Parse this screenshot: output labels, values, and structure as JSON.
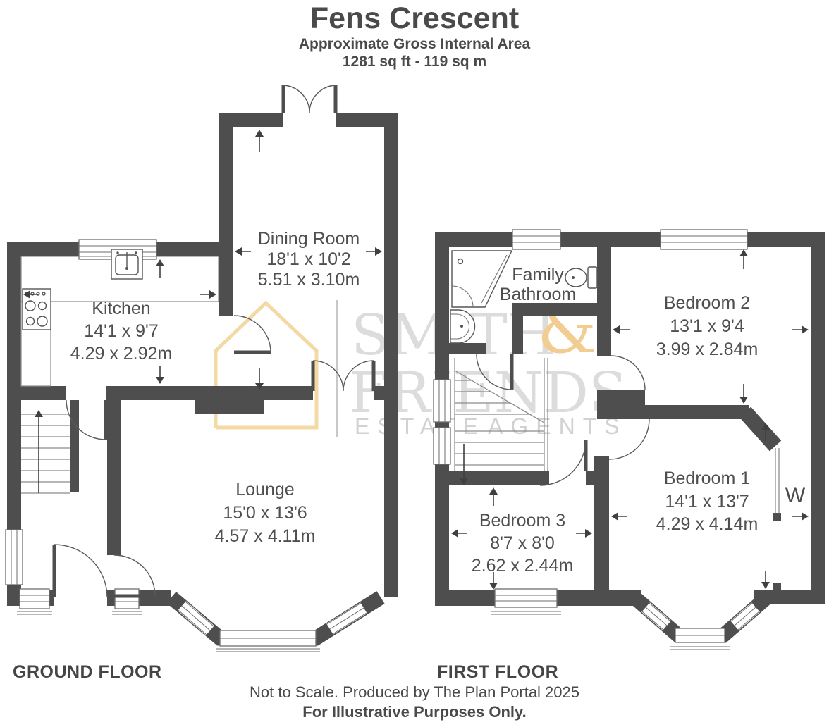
{
  "header": {
    "title": "Fens Crescent",
    "subtitle": "Approximate Gross Internal Area",
    "area": "1281 sq ft - 119 sq m"
  },
  "ground_floor": {
    "label": "GROUND FLOOR",
    "rooms": {
      "dining_room": {
        "name": "Dining Room",
        "size_imperial": "18'1 x 10'2",
        "size_metric": "5.51 x 3.10m"
      },
      "kitchen": {
        "name": "Kitchen",
        "size_imperial": "14'1 x 9'7",
        "size_metric": "4.29 x 2.92m"
      },
      "lounge": {
        "name": "Lounge",
        "size_imperial": "15'0 x 13'6",
        "size_metric": "4.57 x 4.11m"
      }
    }
  },
  "first_floor": {
    "label": "FIRST FLOOR",
    "rooms": {
      "family_bathroom": {
        "name_line1": "Family",
        "name_line2": "Bathroom"
      },
      "bedroom_2": {
        "name": "Bedroom 2",
        "size_imperial": "13'1 x 9'4",
        "size_metric": "3.99 x 2.84m"
      },
      "bedroom_1": {
        "name": "Bedroom 1",
        "size_imperial": "14'1 x 13'7",
        "size_metric": "4.29 x 4.14m"
      },
      "bedroom_3": {
        "name": "Bedroom 3",
        "size_imperial": "8'7 x 8'0",
        "size_metric": "2.62 x 2.44m"
      },
      "wardrobe": {
        "label": "W"
      }
    }
  },
  "watermark": {
    "word1": "SMITH",
    "ampersand": "&",
    "word2": "FRIENDS",
    "word3": "ESTATE",
    "word4": "AGENTS"
  },
  "footer": {
    "line1": "Not to Scale. Produced by The Plan Portal 2025",
    "line2": "For Illustrative Purposes Only."
  },
  "colors": {
    "wall": "#4e4e4e",
    "text": "#4a4a4a",
    "watermark_gray": "#dcdcdc",
    "watermark_gold": "#f2cd92"
  }
}
